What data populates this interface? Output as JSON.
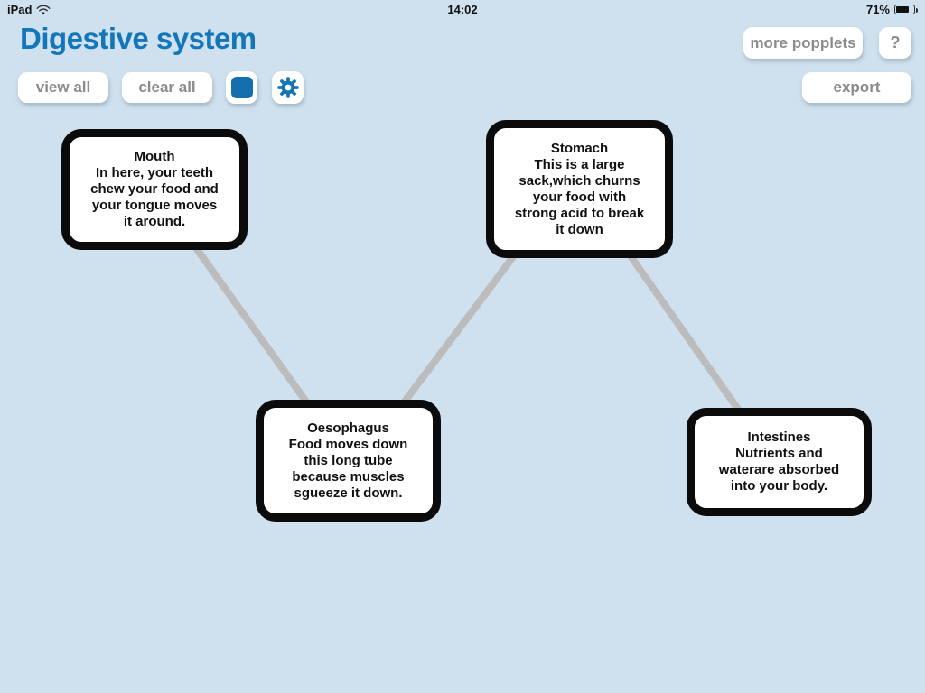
{
  "status_bar": {
    "device": "iPad",
    "time": "14:02",
    "battery_percent": "71%"
  },
  "header": {
    "title": "Digestive system",
    "more_popplets_label": "more popplets",
    "help_label": "?"
  },
  "toolbar": {
    "view_all_label": "view all",
    "clear_all_label": "clear all",
    "export_label": "export",
    "color_swatch_color": "#1470ad"
  },
  "colors": {
    "background": "#cfe1ee",
    "accent_blue": "#1376b8",
    "node_border": "#0b0b0b",
    "connection_gray": "#bcbcbc",
    "button_text_gray": "#8b8b8b"
  },
  "icons": {
    "wifi": "wifi-icon",
    "battery": "battery-icon",
    "gear": "gear-icon",
    "color_swatch": "color-swatch"
  },
  "nodes": [
    {
      "id": "mouth",
      "text": "Mouth\nIn here, your teeth\nchew your food and\nyour tongue moves\nit around."
    },
    {
      "id": "stomach",
      "text": "Stomach\nThis is a large\nsack,which churns\nyour food with\nstrong acid to break\nit down"
    },
    {
      "id": "oesophagus",
      "text": "Oesophagus\nFood moves down\nthis long tube\nbecause muscles\nsgueeze it down."
    },
    {
      "id": "intestines",
      "text": "Intestines\nNutrients and\nwaterare absorbed\ninto your body."
    }
  ],
  "edges": [
    {
      "from": "mouth",
      "to": "oesophagus"
    },
    {
      "from": "stomach",
      "to": "oesophagus"
    },
    {
      "from": "stomach",
      "to": "intestines"
    }
  ]
}
